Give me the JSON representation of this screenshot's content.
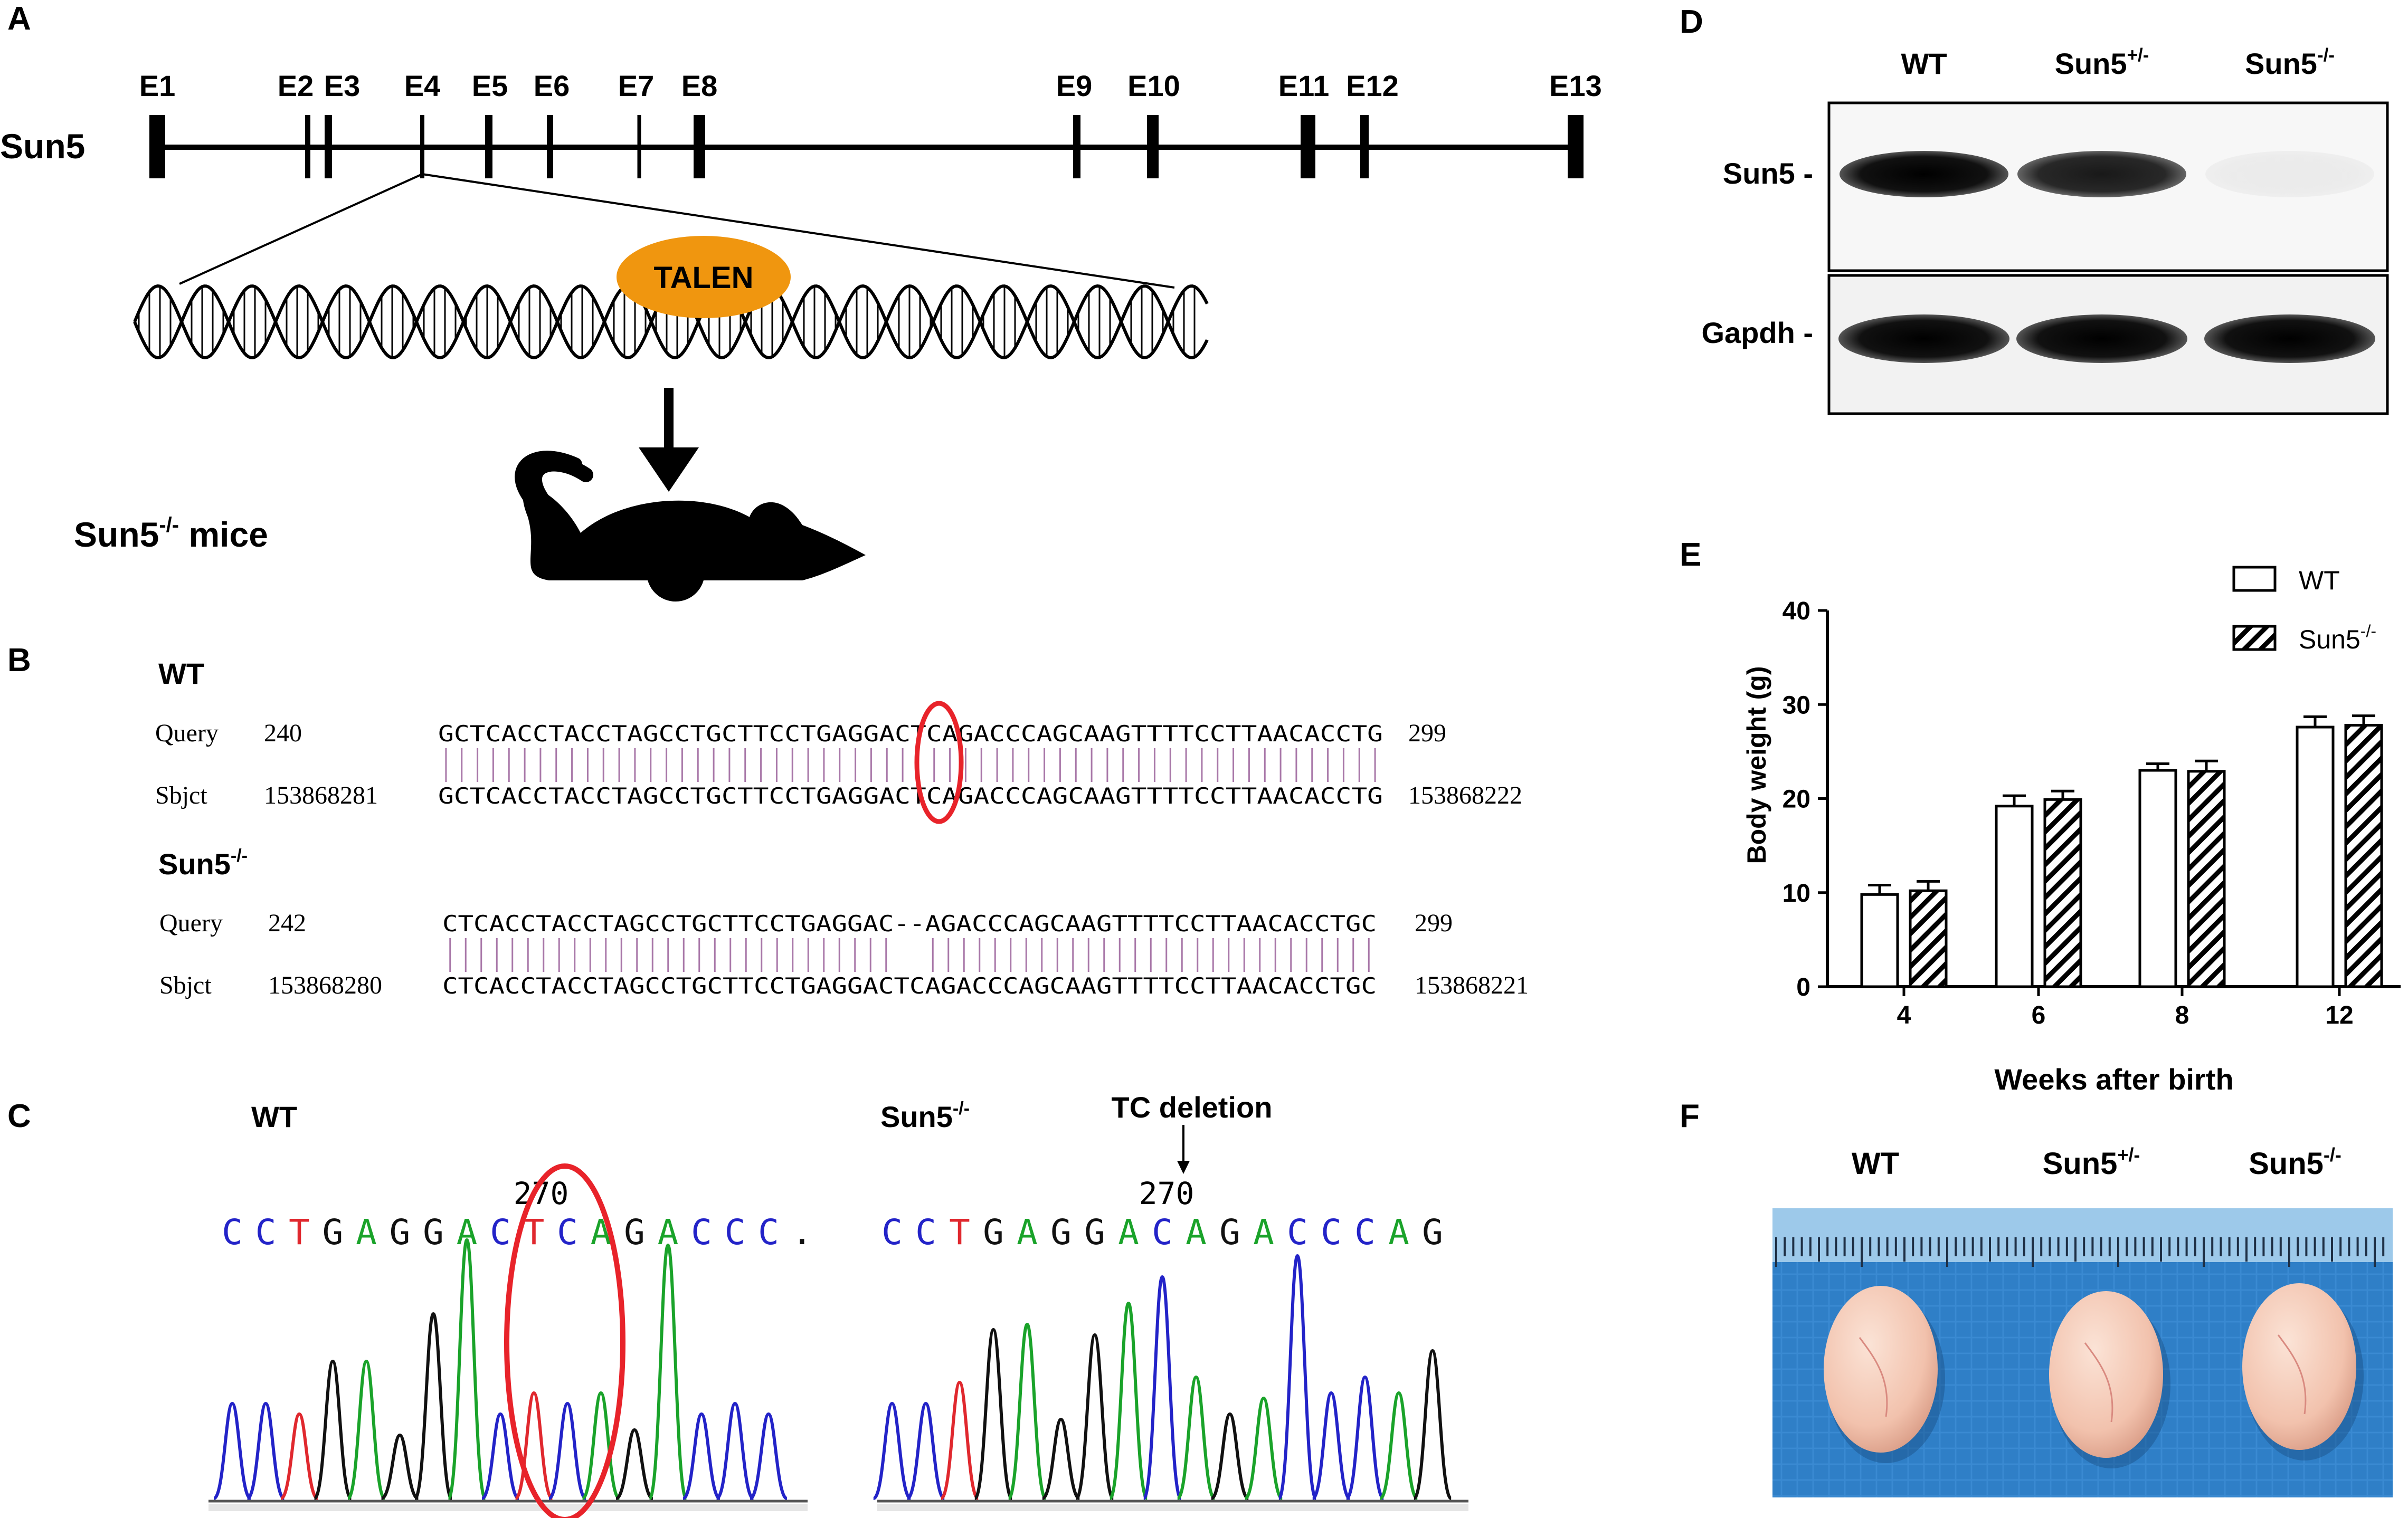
{
  "panels": {
    "A": "A",
    "B": "B",
    "C": "C",
    "D": "D",
    "E": "E",
    "F": "F"
  },
  "panelA": {
    "gene": "Sun5",
    "exons": [
      "E1",
      "E2",
      "E3",
      "E4",
      "E5",
      "E6",
      "E7",
      "E8",
      "E9",
      "E10",
      "E11",
      "E12",
      "E13"
    ],
    "talen": "TALEN",
    "mice_prefix": "Sun5",
    "mice_sup": "-/-",
    "mice_suffix": " mice"
  },
  "panelB": {
    "wt": {
      "title": "WT",
      "query_label": "Query",
      "query_start": "240",
      "query_seq": "GCTCACCTACCTAGCCTGCTTCCTGAGGACTCAGACCCAGCAAGTTTTCCTTAACACCTG",
      "query_end": "299",
      "sbjct_label": "Sbjct",
      "sbjct_start": "153868281",
      "sbjct_seq": "GCTCACCTACCTAGCCTGCTTCCTGAGGACTCAGACCCAGCAAGTTTTCCTTAACACCTG",
      "sbjct_end": "153868222"
    },
    "ko": {
      "title_prefix": "Sun5",
      "title_sup": "-/-",
      "query_label": "Query",
      "query_start": "242",
      "query_seq": "CTCACCTACCTAGCCTGCTTCCTGAGGAC--AGACCCAGCAAGTTTTCCTTAACACCTGC",
      "query_end": "299",
      "sbjct_label": "Sbjct",
      "sbjct_start": "153868280",
      "sbjct_seq": "CTCACCTACCTAGCCTGCTTCCTGAGGACTCAGACCCAGCAAGTTTTCCTTAACACCTGC",
      "sbjct_end": "153868221"
    }
  },
  "panelC": {
    "wt_title": "WT",
    "ko_title_prefix": "Sun5",
    "ko_title_sup": "-/-",
    "deletion_label": "TC deletion",
    "position_wt": "270",
    "position_ko": "270",
    "wt_seq": [
      "C",
      "C",
      "T",
      "G",
      "A",
      "G",
      "G",
      "A",
      "C",
      "T",
      "C",
      "A",
      "G",
      "A",
      "C",
      "C",
      "C",
      "."
    ],
    "ko_seq": [
      "C",
      "C",
      "T",
      "G",
      "A",
      "G",
      "G",
      "A",
      "C",
      "A",
      "G",
      "A",
      "C",
      "C",
      "C",
      "A",
      "G"
    ],
    "base_colors": {
      "A": "#1aa32a",
      "C": "#2323c8",
      "G": "#111111",
      "T": "#e0282e",
      ".": "#111111"
    }
  },
  "panelD": {
    "columns": [
      {
        "prefix": "WT",
        "sup": ""
      },
      {
        "prefix": "Sun5",
        "sup": "+/-"
      },
      {
        "prefix": "Sun5",
        "sup": "-/-"
      }
    ],
    "rows": [
      "Sun5 -",
      "Gapdh -"
    ],
    "band_intensity": {
      "Sun5": [
        1.0,
        0.9,
        0.05
      ],
      "Gapdh": [
        1.0,
        1.0,
        1.0
      ]
    }
  },
  "chart_data": {
    "type": "bar",
    "categories": [
      "4",
      "6",
      "8",
      "12"
    ],
    "series": [
      {
        "name": "WT",
        "values": [
          9.8,
          19.2,
          23.0,
          27.6
        ],
        "errors": [
          1.0,
          1.1,
          0.7,
          1.1
        ]
      },
      {
        "name": "Sun5-/-",
        "values": [
          10.2,
          19.9,
          22.9,
          27.8
        ],
        "errors": [
          1.0,
          0.9,
          1.1,
          1.0
        ]
      }
    ],
    "xlabel": "Weeks after birth",
    "ylabel": "Body weight (g)",
    "ylim": [
      0,
      40
    ],
    "yticks": [
      "0",
      "10",
      "20",
      "30",
      "40"
    ],
    "legend": [
      {
        "prefix": "WT",
        "sup": ""
      },
      {
        "prefix": "Sun5",
        "sup": "-/-"
      }
    ],
    "legend_position": "top-right",
    "grid": false
  },
  "panelF": {
    "columns": [
      {
        "prefix": "WT",
        "sup": ""
      },
      {
        "prefix": "Sun5",
        "sup": "+/-"
      },
      {
        "prefix": "Sun5",
        "sup": "-/-"
      }
    ],
    "background_color": "#2f7fc7",
    "ruler_color": "#9dc9ea",
    "testis_color": "#f2c2ad"
  },
  "colors": {
    "talen": "#f0960f",
    "highlight": "#e8232a",
    "alignment_bar": "#a877a8"
  }
}
